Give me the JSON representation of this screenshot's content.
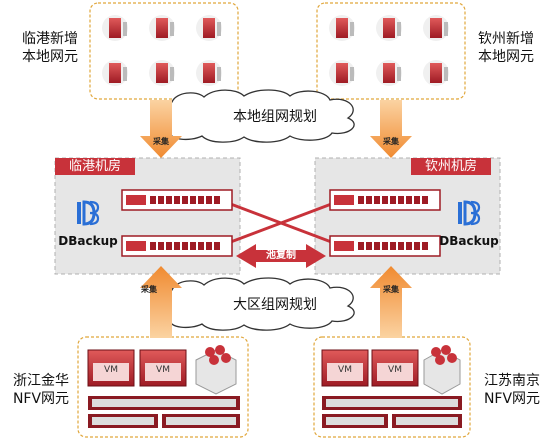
{
  "top_left_group": {
    "line1": "临港新增",
    "line2": "本地网元"
  },
  "top_right_group": {
    "line1": "钦州新增",
    "line2": "本地网元"
  },
  "bottom_left_group": {
    "line1": "浙江金华",
    "line2": "NFV网元"
  },
  "bottom_right_group": {
    "line1": "江苏南京",
    "line2": "NFV网元"
  },
  "clouds": {
    "top": "本地组网规划",
    "bottom": "大区组网规划"
  },
  "rooms": {
    "left": "临港机房",
    "right": "钦州机房"
  },
  "product": {
    "left": "DBackup",
    "right": "DBackup"
  },
  "arrows": {
    "collect": "采集",
    "pool_replication": "池复制"
  },
  "vm_label": "VM",
  "colors": {
    "accent": "#c8323a",
    "dashed_border": "#e0a63a",
    "room_bg": "#e6e6e6",
    "arrow_orange": "#f0a44a"
  }
}
